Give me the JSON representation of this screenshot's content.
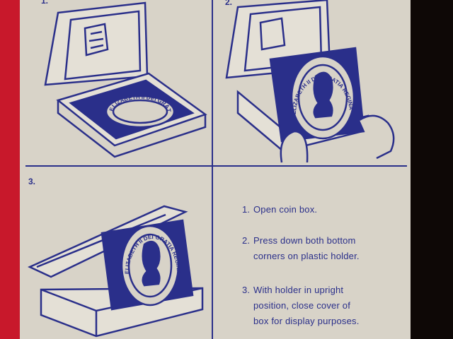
{
  "steps": [
    {
      "number": "1."
    },
    {
      "number": "2."
    },
    {
      "number": "3."
    }
  ],
  "instructions": [
    {
      "number": "1.",
      "lines": [
        "Open coin box."
      ]
    },
    {
      "number": "2.",
      "lines": [
        "Press down both bottom",
        "corners on plastic holder."
      ]
    },
    {
      "number": "3.",
      "lines": [
        "With holder in upright",
        "position, close cover of",
        "box for display purposes."
      ]
    }
  ],
  "coin_inscription": "ELIZABETH II DEI GRATIA REGINA",
  "colors": {
    "ink": "#2a2f8a",
    "card": "#d8d3c8",
    "red_background": "#c8182b"
  }
}
